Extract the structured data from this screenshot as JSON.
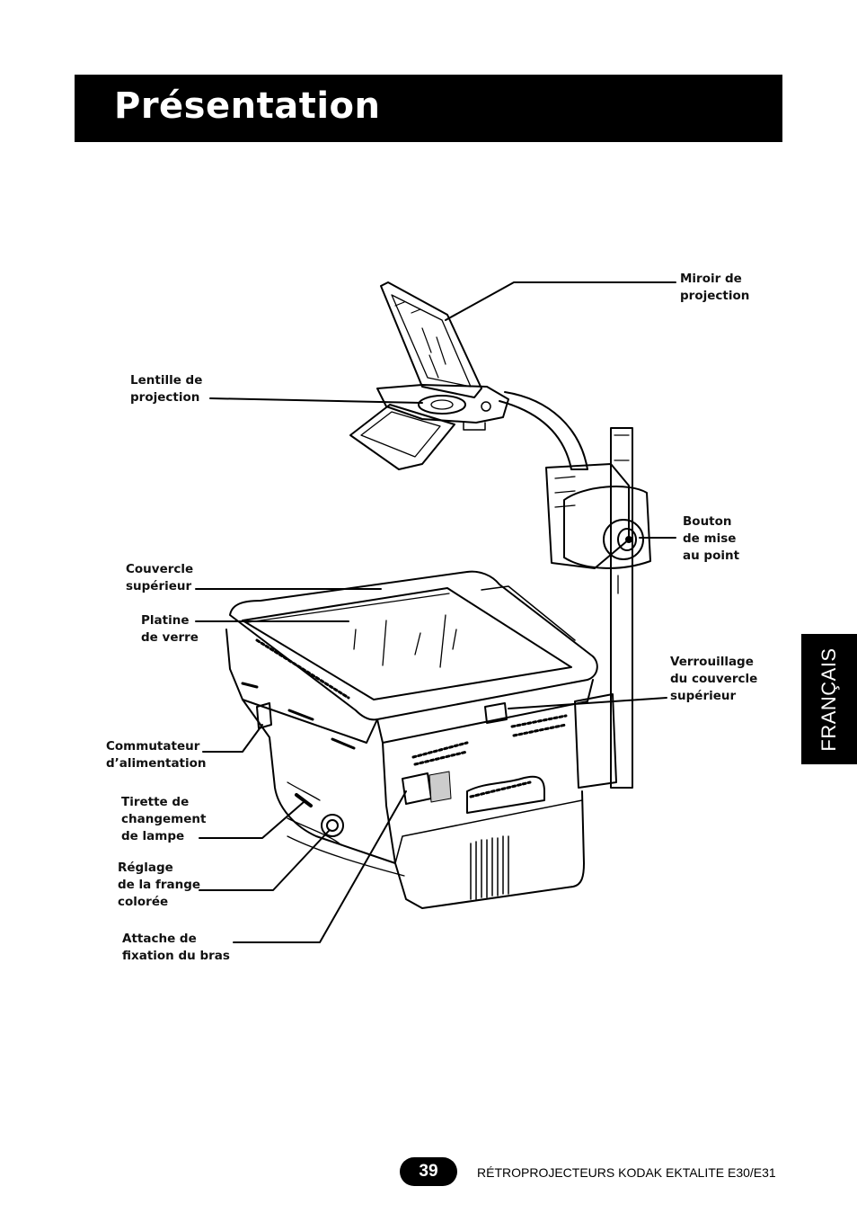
{
  "header": {
    "title": "Présentation"
  },
  "side_tab": {
    "label": "FRANÇAIS"
  },
  "labels": {
    "mirror": "Miroir de\nprojection",
    "lens": "Lentille de\nprojection",
    "focus_knob": "Bouton\nde mise\nau point",
    "top_cover": "Couvercle\nsupérieur",
    "glass_stage": "Platine\nde verre",
    "cover_lock": "Verrouillage\ndu couvercle\nsupérieur",
    "power_switch": "Commutateur\nd’alimentation",
    "lamp_pull": "Tirette de\nchangement\nde lampe",
    "fringe_adjust": "Réglage\nde la frange\ncolorée",
    "arm_attach": "Attache de\nfixation du bras"
  },
  "footer": {
    "page_number": "39",
    "product": "RÉTROPROJECTEURS KODAK EKTALITE E30/E31"
  },
  "colors": {
    "bar": "#000000",
    "text_on_bar": "#ffffff",
    "line": "#000000"
  }
}
